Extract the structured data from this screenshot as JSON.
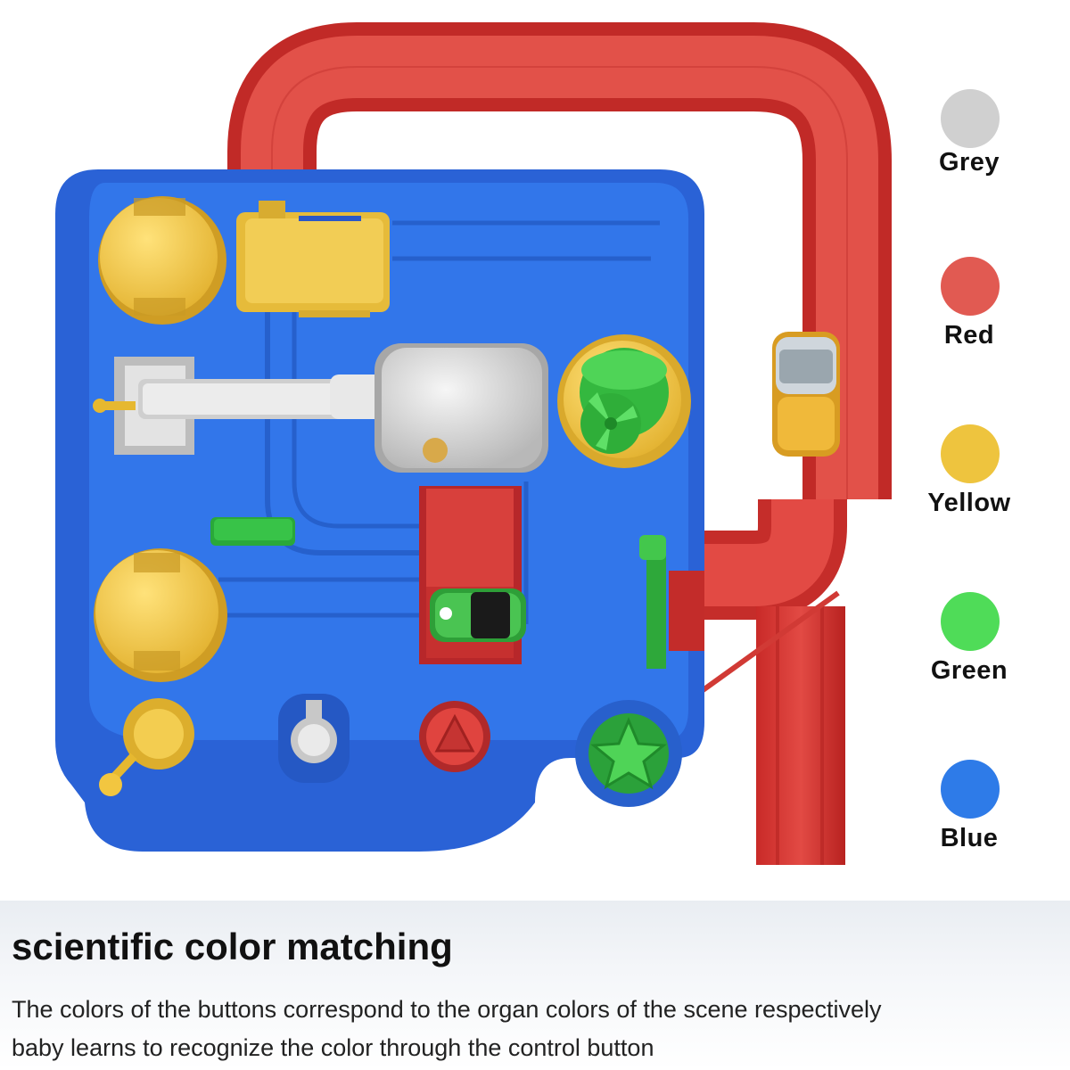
{
  "legend": [
    {
      "label": "Grey",
      "color": "#d0d0d0"
    },
    {
      "label": "Red",
      "color": "#e15a52"
    },
    {
      "label": "Yellow",
      "color": "#eec43e"
    },
    {
      "label": "Green",
      "color": "#4fdc58"
    },
    {
      "label": "Blue",
      "color": "#2e7be8"
    }
  ],
  "caption": {
    "title": "scientific color matching",
    "line1": "The colors of the buttons correspond to the organ colors of the scene respectively",
    "line2": "baby learns to recognize the color through the control button"
  }
}
